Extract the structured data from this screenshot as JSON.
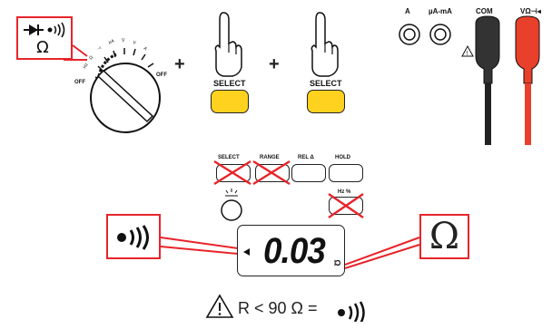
{
  "mode_box": {
    "ohm": "Ω"
  },
  "rotary": {
    "off_left": "OFF",
    "off_right": "OFF"
  },
  "plus_sign": "+",
  "select_steps": [
    {
      "label": "SELECT"
    },
    {
      "label": "SELECT"
    }
  ],
  "terminals": {
    "a": "A",
    "ua_ma": "µA-mA",
    "com": "COM",
    "v": "VΩ⊣◂"
  },
  "buttons": {
    "select": "SELECT",
    "range": "RANGE",
    "rel": "REL Δ",
    "hold": "HOLD",
    "hz": "Hz %"
  },
  "display": {
    "reading": "0.03",
    "unit": "Ω"
  },
  "callout_ohm": "Ω",
  "footnote": "R < 90 Ω =",
  "colors": {
    "accent_red": "#e8242a",
    "select_yellow": "#ffd21f",
    "lead_red": "#e8402a",
    "lead_black": "#333333"
  }
}
